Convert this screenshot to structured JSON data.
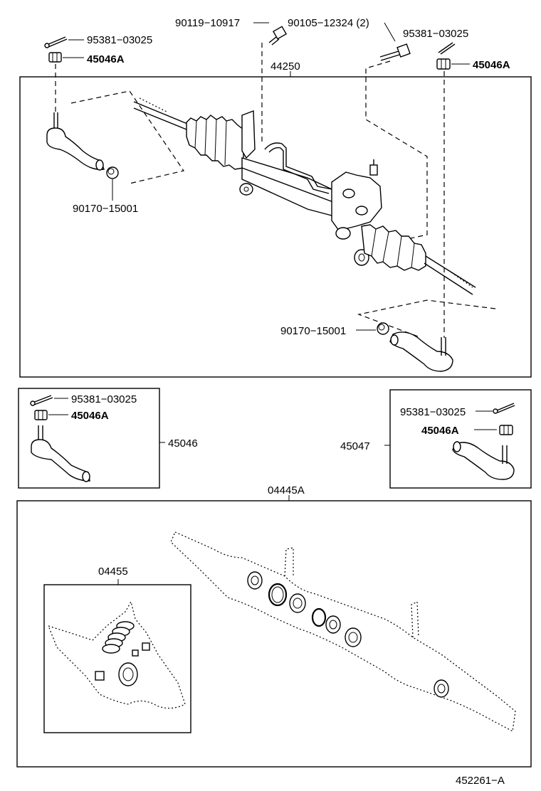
{
  "labels": {
    "bolt_90119": "90119−10917",
    "bolt_90105": "90105−12324 (2)",
    "pin_left": "95381−03025",
    "nut_left": "45046A",
    "pin_right": "95381−03025",
    "nut_right": "45046A",
    "rack_assy": "44250",
    "bush_left": "90170−15001",
    "bush_right": "90170−15001",
    "box_l_pin": "95381−03025",
    "box_l_nut": "45046A",
    "box_l_part": "45046",
    "box_r_pin": "95381−03025",
    "box_r_nut": "45046A",
    "box_r_part": "45047",
    "gasket_kit": "04445A",
    "sub_kit": "04455",
    "diagram_id": "452261−A"
  }
}
